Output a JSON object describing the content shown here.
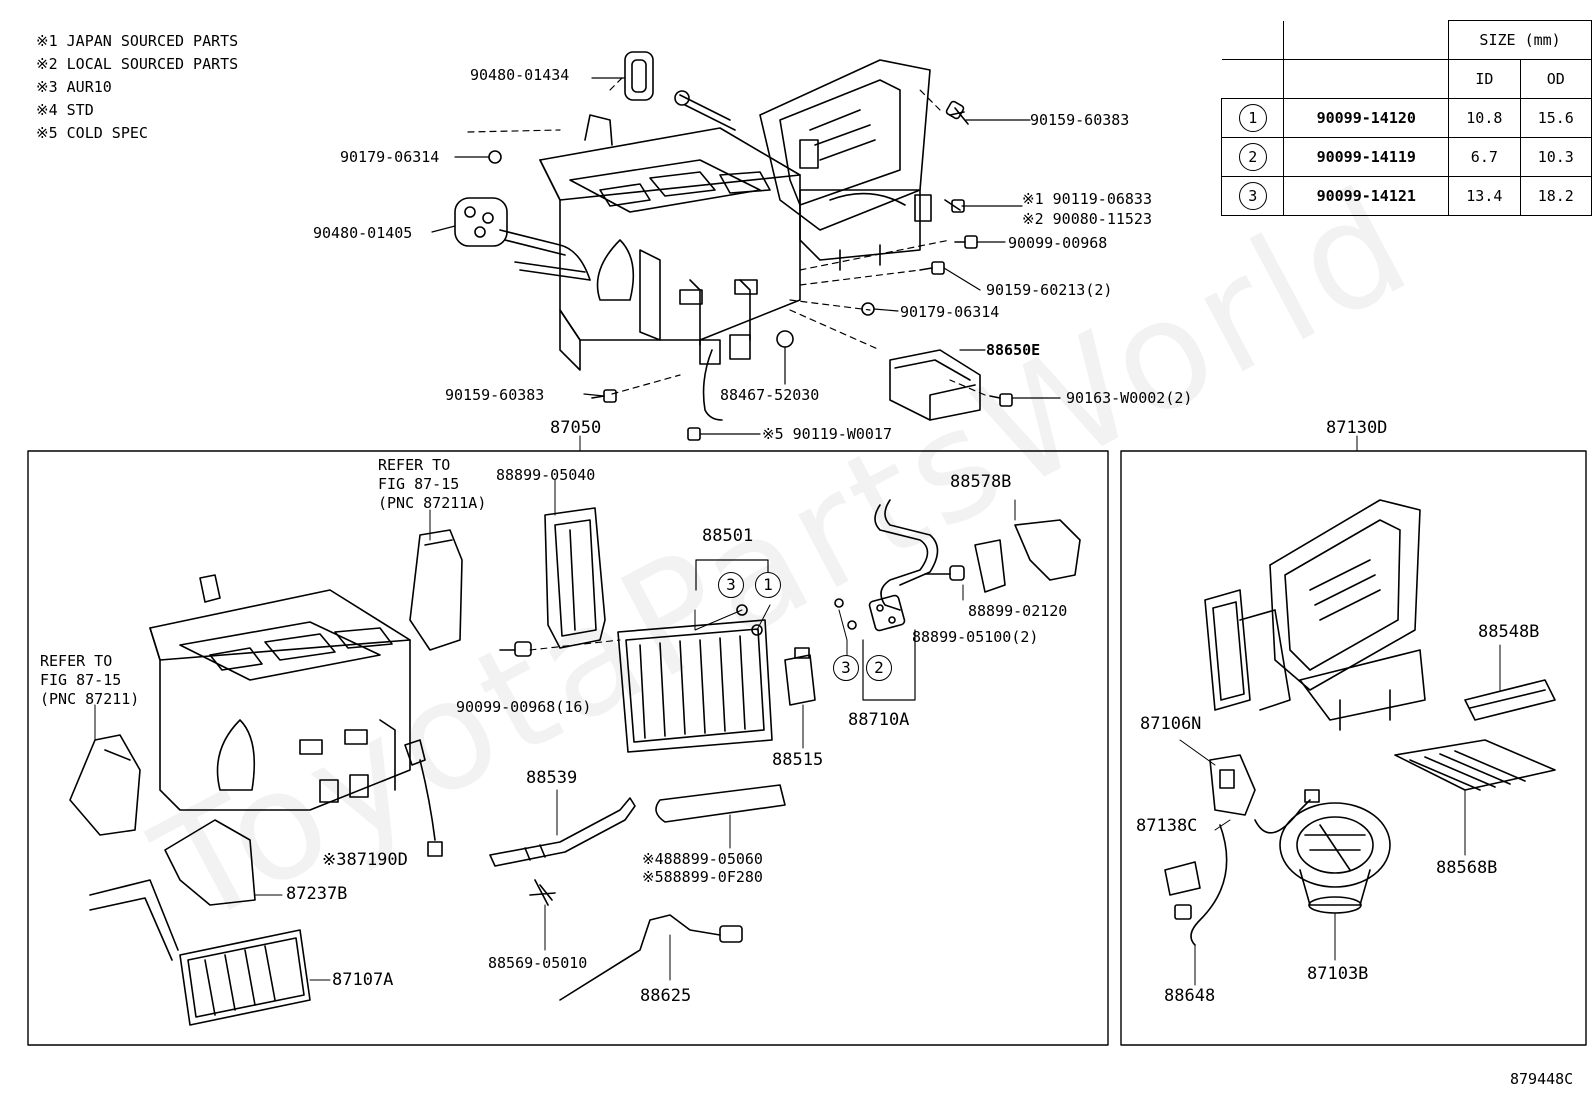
{
  "legend": [
    "※1 JAPAN SOURCED PARTS",
    "※2 LOCAL SOURCED PARTS",
    "※3 AUR10",
    "※4 STD",
    "※5 COLD SPEC"
  ],
  "size_table": {
    "header": "SIZE (mm)",
    "col_id": "ID",
    "col_od": "OD",
    "rows": [
      {
        "ref": "1",
        "part": "90099-14120",
        "id": "10.8",
        "od": "15.6"
      },
      {
        "ref": "2",
        "part": "90099-14119",
        "id": "6.7",
        "od": "10.3"
      },
      {
        "ref": "3",
        "part": "90099-14121",
        "id": "13.4",
        "od": "18.2"
      }
    ]
  },
  "parts_top": {
    "p1": "90480-01434",
    "p2": "90179-06314",
    "p3": "90480-01405",
    "p4": "90159-60383",
    "p5": "※1 90119-06833",
    "p6": "※2 90080-11523",
    "p7": "90099-00968",
    "p8": "90159-60213(2)",
    "p9": "90179-06314",
    "p10": "88650E",
    "p11": "90163-W0002(2)",
    "p12": "90159-60383",
    "p13": "88467-52030",
    "p14": "※5 90119-W0017"
  },
  "group_left": {
    "title": "87050",
    "refer1": [
      "REFER TO",
      "FIG 87-15",
      "(PNC 87211A)"
    ],
    "refer2": [
      "REFER TO",
      "FIG 87-15",
      "(PNC 87211)"
    ],
    "p_88899_05040": "88899-05040",
    "p_88501": "88501",
    "c3a": "3",
    "c1a": "1",
    "p_88578B": "88578B",
    "p_88899_02120": "88899-02120",
    "p_88899_05100": "88899-05100(2)",
    "c3b": "3",
    "c2b": "2",
    "p_88710A": "88710A",
    "p_90099_00968_16": "90099-00968(16)",
    "p_88515": "88515",
    "p_88539": "88539",
    "p_88899_05060": "※488899-05060",
    "p_88899_0F280": "※588899-0F280",
    "p_87190D": "※387190D",
    "p_87237B": "87237B",
    "p_87107A": "87107A",
    "p_88569_05010": "88569-05010",
    "p_88625": "88625"
  },
  "group_right": {
    "title": "87130D",
    "p_88548B": "88548B",
    "p_87106N": "87106N",
    "p_87138C": "87138C",
    "p_88568B": "88568B",
    "p_88648": "88648",
    "p_87103B": "87103B"
  },
  "figure_code": "879448C",
  "watermark": "ToyotaPartsWorld"
}
